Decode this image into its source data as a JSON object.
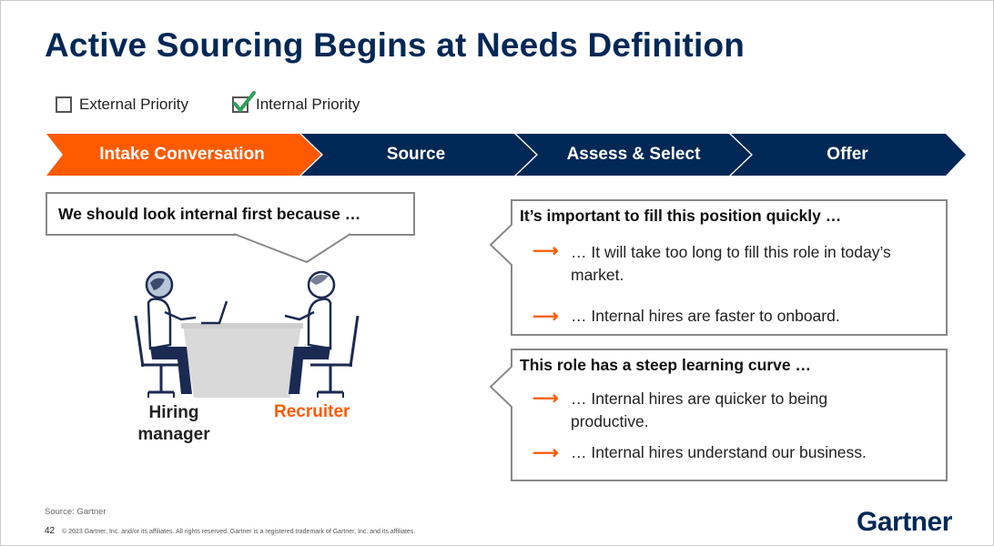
{
  "slide": {
    "title": "Active Sourcing Begins at Needs Definition",
    "legend": {
      "external_label": "External Priority",
      "external_checked": false,
      "internal_label": "Internal Priority",
      "internal_checked": true
    },
    "process_steps": [
      {
        "label": "Intake Conversation",
        "active": true
      },
      {
        "label": "Source",
        "active": false
      },
      {
        "label": "Assess & Select",
        "active": false
      },
      {
        "label": "Offer",
        "active": false
      }
    ],
    "speech_bubble": "We should look internal first because …",
    "people": {
      "hiring_manager": "Hiring manager",
      "recruiter": "Recruiter"
    },
    "callouts": [
      {
        "heading": "It’s important to fill this position quickly …",
        "bullets": [
          "… It will take too long to fill this role in today’s market.",
          "… Internal hires are faster to onboard."
        ]
      },
      {
        "heading": "This role has a steep learning curve …",
        "bullets": [
          "… Internal hires are quicker to being productive.",
          "… Internal hires understand our business."
        ]
      }
    ],
    "source": "Source: Gartner",
    "page_number": "42",
    "copyright": "© 2023 Gartner, Inc. and/or its affiliates. All rights reserved. Gartner is a registered trademark of Gartner, Inc. and its affiliates.",
    "logo_text": "Gartner",
    "colors": {
      "navy": "#002856",
      "orange": "#ff5a00",
      "check_green": "#2e9e5a"
    }
  }
}
